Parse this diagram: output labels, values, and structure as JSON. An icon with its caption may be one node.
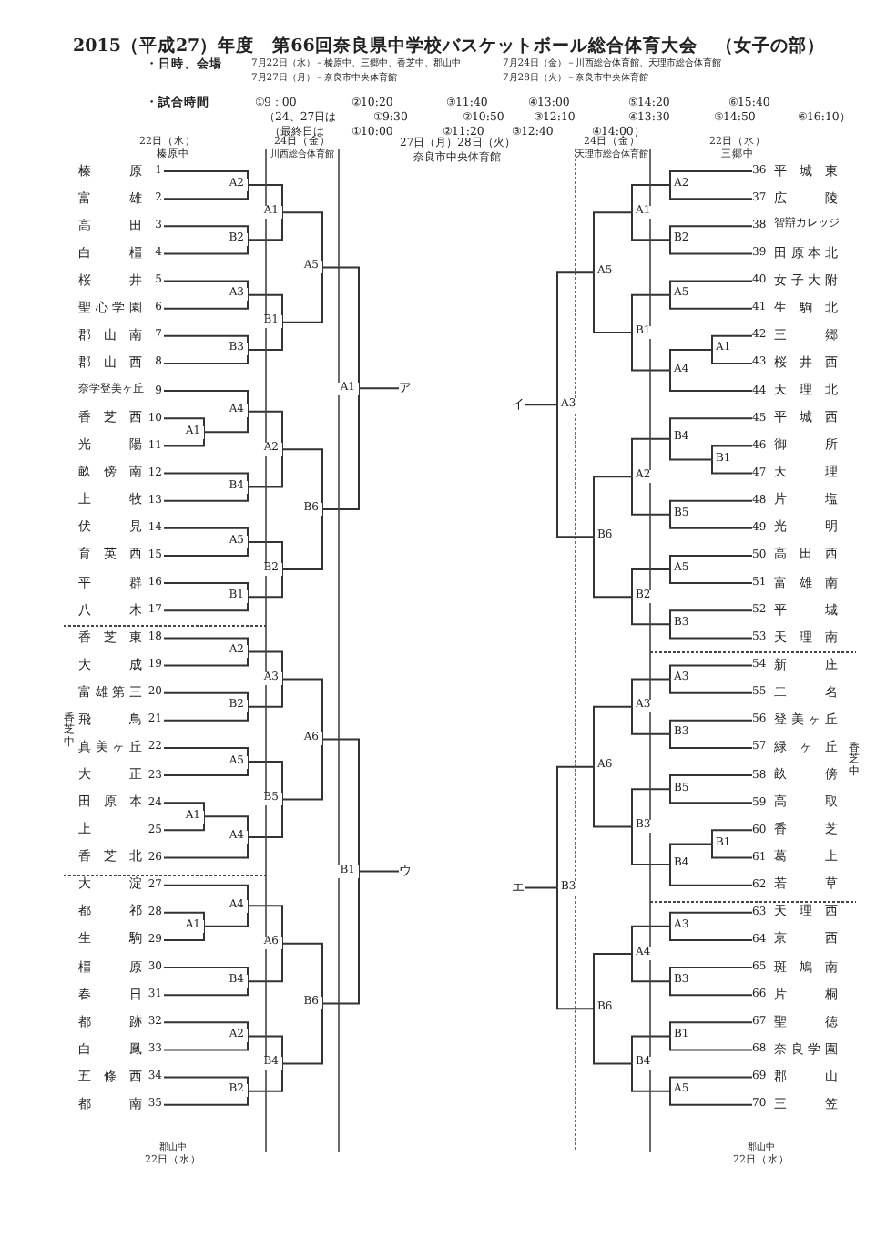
{
  "diagram": {
    "title": "2015（平成27）年度　第66回奈良県中学校バスケットボール総合体育大会　（女子の部）",
    "nodes": [
      {
        "text": [
          "榛原",
          "1"
        ]
      },
      {
        "text": [
          "富雄",
          "2"
        ]
      },
      {
        "text": [
          "高田",
          "3"
        ]
      },
      {
        "text": [
          "白橿",
          "4"
        ]
      },
      {
        "text": [
          "桜井",
          "5"
        ]
      },
      {
        "text": [
          "聖心学園",
          "6"
        ]
      },
      {
        "text": [
          "郡山南",
          "7"
        ]
      },
      {
        "text": [
          "郡山西",
          "8"
        ]
      },
      {
        "text": [
          "奈学登美ヶ丘",
          "9"
        ]
      },
      {
        "text": [
          "香芝西",
          "10"
        ]
      },
      {
        "text": [
          "光陽",
          "11"
        ]
      },
      {
        "text": [
          "畝傍南",
          "12"
        ]
      },
      {
        "text": [
          "上牧",
          "13"
        ]
      },
      {
        "text": [
          "伏見",
          "14"
        ]
      },
      {
        "text": [
          "育英西",
          "15"
        ]
      },
      {
        "text": [
          "平群",
          "16"
        ]
      },
      {
        "text": [
          "八木",
          "17"
        ]
      },
      {
        "text": [
          "香芝東",
          "18"
        ]
      },
      {
        "text": [
          "大成",
          "19"
        ]
      },
      {
        "text": [
          "富雄第三",
          "20"
        ]
      },
      {
        "text": [
          "飛鳥",
          "21"
        ]
      },
      {
        "text": [
          "真美ヶ丘",
          "22"
        ]
      },
      {
        "text": [
          "大正",
          "23"
        ]
      },
      {
        "text": [
          "田原本",
          "24"
        ]
      },
      {
        "text": [
          "上",
          "25"
        ]
      },
      {
        "text": [
          "香芝北",
          "26"
        ]
      },
      {
        "text": [
          "大淀",
          "27"
        ]
      },
      {
        "text": [
          "都祁",
          "28"
        ]
      },
      {
        "text": [
          "生駒",
          "29"
        ]
      },
      {
        "text": [
          "橿原",
          "30"
        ]
      },
      {
        "text": [
          "春日",
          "31"
        ]
      },
      {
        "text": [
          "都跡",
          "32"
        ]
      },
      {
        "text": [
          "白鳳",
          "33"
        ]
      },
      {
        "text": [
          "五條西",
          "34"
        ]
      },
      {
        "text": [
          "都南",
          "35"
        ]
      },
      {
        "text": [
          "36",
          "平城東"
        ]
      },
      {
        "text": [
          "37",
          "広陵"
        ]
      },
      {
        "text": [
          "38",
          "智辯カレッジ"
        ]
      },
      {
        "text": [
          "39",
          "田原本北"
        ]
      },
      {
        "text": [
          "40",
          "女子大附"
        ]
      },
      {
        "text": [
          "41",
          "生駒北"
        ]
      },
      {
        "text": [
          "42",
          "三郷"
        ]
      },
      {
        "text": [
          "43",
          "桜井西"
        ]
      },
      {
        "text": [
          "44",
          "天理北"
        ]
      },
      {
        "text": [
          "45",
          "平城西"
        ]
      },
      {
        "text": [
          "46",
          "御所"
        ]
      },
      {
        "text": [
          "47",
          "天理"
        ]
      },
      {
        "text": [
          "48",
          "片塩"
        ]
      },
      {
        "text": [
          "49",
          "光明"
        ]
      },
      {
        "text": [
          "50",
          "高田西"
        ]
      },
      {
        "text": [
          "51",
          "富雄南"
        ]
      },
      {
        "text": [
          "52",
          "平城"
        ]
      },
      {
        "text": [
          "53",
          "天理南"
        ]
      },
      {
        "text": [
          "54",
          "新庄"
        ]
      },
      {
        "text": [
          "55",
          "二名"
        ]
      },
      {
        "text": [
          "56",
          "登美ヶ丘"
        ]
      },
      {
        "text": [
          "57",
          "緑ヶ丘"
        ]
      },
      {
        "text": [
          "58",
          "畝傍"
        ]
      },
      {
        "text": [
          "59",
          "高取"
        ]
      },
      {
        "text": [
          "60",
          "香芝"
        ]
      },
      {
        "text": [
          "61",
          "葛上"
        ]
      },
      {
        "text": [
          "62",
          "若草"
        ]
      },
      {
        "text": [
          "63",
          "天理西"
        ]
      },
      {
        "text": [
          "64",
          "京西"
        ]
      },
      {
        "text": [
          "65",
          "斑鳩南"
        ]
      },
      {
        "text": [
          "66",
          "片桐"
        ]
      },
      {
        "text": [
          "67",
          "聖徳"
        ]
      },
      {
        "text": [
          "68",
          "奈良学園"
        ]
      },
      {
        "text": [
          "69",
          "郡山"
        ]
      },
      {
        "text": [
          "70",
          "三笠"
        ]
      },
      {
        "text": [
          "A2"
        ]
      },
      {
        "text": [
          "B2"
        ]
      },
      {
        "text": [
          "A3"
        ]
      },
      {
        "text": [
          "B3"
        ]
      },
      {
        "text": [
          "A1"
        ]
      },
      {
        "text": [
          "A4"
        ]
      },
      {
        "text": [
          "B4"
        ]
      },
      {
        "text": [
          "A5"
        ]
      },
      {
        "text": [
          "B1"
        ]
      },
      {
        "text": [
          "A1"
        ]
      },
      {
        "text": [
          "B1"
        ]
      },
      {
        "text": [
          "A2"
        ]
      },
      {
        "text": [
          "B2"
        ]
      },
      {
        "text": [
          "A5"
        ]
      },
      {
        "text": [
          "B6"
        ]
      },
      {
        "text": [
          "A1"
        ]
      },
      {
        "text": [
          "A2"
        ]
      },
      {
        "text": [
          "B2"
        ]
      },
      {
        "text": [
          "A5"
        ]
      },
      {
        "text": [
          "A1"
        ]
      },
      {
        "text": [
          "A4"
        ]
      },
      {
        "text": [
          "A3"
        ]
      },
      {
        "text": [
          "B5"
        ]
      },
      {
        "text": [
          "A6"
        ]
      },
      {
        "text": [
          "A1"
        ]
      },
      {
        "text": [
          "A4"
        ]
      },
      {
        "text": [
          "B4"
        ]
      },
      {
        "text": [
          "A2"
        ]
      },
      {
        "text": [
          "B2"
        ]
      },
      {
        "text": [
          "A6"
        ]
      },
      {
        "text": [
          "B4"
        ]
      },
      {
        "text": [
          "B6"
        ]
      },
      {
        "text": [
          "B1"
        ]
      },
      {
        "text": [
          "A2"
        ]
      },
      {
        "text": [
          "B2"
        ]
      },
      {
        "text": [
          "A5"
        ]
      },
      {
        "text": [
          "A1"
        ]
      },
      {
        "text": [
          "A4"
        ]
      },
      {
        "text": [
          "B1"
        ]
      },
      {
        "text": [
          "B4"
        ]
      },
      {
        "text": [
          "B5"
        ]
      },
      {
        "text": [
          "A5"
        ]
      },
      {
        "text": [
          "B3"
        ]
      },
      {
        "text": [
          "A1"
        ]
      },
      {
        "text": [
          "B1"
        ]
      },
      {
        "text": [
          "A2"
        ]
      },
      {
        "text": [
          "B2"
        ]
      },
      {
        "text": [
          "A5"
        ]
      },
      {
        "text": [
          "B6"
        ]
      },
      {
        "text": [
          "A3"
        ]
      },
      {
        "text": [
          "A3"
        ]
      },
      {
        "text": [
          "B3"
        ]
      },
      {
        "text": [
          "B5"
        ]
      },
      {
        "text": [
          "B1"
        ]
      },
      {
        "text": [
          "B4"
        ]
      },
      {
        "text": [
          "A3"
        ]
      },
      {
        "text": [
          "B3"
        ]
      },
      {
        "text": [
          "A6"
        ]
      },
      {
        "text": [
          "A3"
        ]
      },
      {
        "text": [
          "B3"
        ]
      },
      {
        "text": [
          "B1"
        ]
      },
      {
        "text": [
          "A5"
        ]
      },
      {
        "text": [
          "A4"
        ]
      },
      {
        "text": [
          "B4"
        ]
      },
      {
        "text": [
          "B6"
        ]
      },
      {
        "text": [
          "B3"
        ]
      },
      {
        "text": [
          "ア"
        ]
      },
      {
        "text": [
          "イ"
        ]
      },
      {
        "text": [
          "ウ"
        ]
      },
      {
        "text": [
          "エ"
        ]
      }
    ],
    "edges": [
      {
        "from": 0,
        "to": 70,
        "arrow": "none"
      },
      {
        "from": 1,
        "to": 70,
        "arrow": "none"
      },
      {
        "from": 2,
        "to": 71,
        "arrow": "none"
      },
      {
        "from": 3,
        "to": 71,
        "arrow": "none"
      },
      {
        "from": 4,
        "to": 72,
        "arrow": "none"
      },
      {
        "from": 5,
        "to": 72,
        "arrow": "none"
      },
      {
        "from": 6,
        "to": 73,
        "arrow": "none"
      },
      {
        "from": 7,
        "to": 73,
        "arrow": "none"
      },
      {
        "from": 9,
        "to": 74,
        "arrow": "none"
      },
      {
        "from": 10,
        "to": 74,
        "arrow": "none"
      },
      {
        "from": 8,
        "to": 75,
        "arrow": "none"
      },
      {
        "from": 74,
        "to": 75,
        "arrow": "none"
      },
      {
        "from": 11,
        "to": 76,
        "arrow": "none"
      },
      {
        "from": 12,
        "to": 76,
        "arrow": "none"
      },
      {
        "from": 13,
        "to": 77,
        "arrow": "none"
      },
      {
        "from": 14,
        "to": 77,
        "arrow": "none"
      },
      {
        "from": 15,
        "to": 78,
        "arrow": "none"
      },
      {
        "from": 16,
        "to": 78,
        "arrow": "none"
      },
      {
        "from": 70,
        "to": 79,
        "arrow": "none"
      },
      {
        "from": 71,
        "to": 79,
        "arrow": "none"
      },
      {
        "from": 72,
        "to": 80,
        "arrow": "none"
      },
      {
        "from": 73,
        "to": 80,
        "arrow": "none"
      },
      {
        "from": 75,
        "to": 81,
        "arrow": "none"
      },
      {
        "from": 76,
        "to": 81,
        "arrow": "none"
      },
      {
        "from": 77,
        "to": 82,
        "arrow": "none"
      },
      {
        "from": 78,
        "to": 82,
        "arrow": "none"
      },
      {
        "from": 79,
        "to": 83,
        "arrow": "none"
      },
      {
        "from": 80,
        "to": 83,
        "arrow": "none"
      },
      {
        "from": 81,
        "to": 84,
        "arrow": "none"
      },
      {
        "from": 82,
        "to": 84,
        "arrow": "none"
      },
      {
        "from": 83,
        "to": 85,
        "arrow": "none"
      },
      {
        "from": 84,
        "to": 85,
        "arrow": "none"
      },
      {
        "from": 17,
        "to": 86,
        "arrow": "none"
      },
      {
        "from": 18,
        "to": 86,
        "arrow": "none"
      },
      {
        "from": 19,
        "to": 87,
        "arrow": "none"
      },
      {
        "from": 20,
        "to": 87,
        "arrow": "none"
      },
      {
        "from": 21,
        "to": 88,
        "arrow": "none"
      },
      {
        "from": 22,
        "to": 88,
        "arrow": "none"
      },
      {
        "from": 23,
        "to": 89,
        "arrow": "none"
      },
      {
        "from": 24,
        "to": 89,
        "arrow": "none"
      },
      {
        "from": 89,
        "to": 90,
        "arrow": "none"
      },
      {
        "from": 25,
        "to": 90,
        "arrow": "none"
      },
      {
        "from": 86,
        "to": 91,
        "arrow": "none"
      },
      {
        "from": 87,
        "to": 91,
        "arrow": "none"
      },
      {
        "from": 88,
        "to": 92,
        "arrow": "none"
      },
      {
        "from": 90,
        "to": 92,
        "arrow": "none"
      },
      {
        "from": 91,
        "to": 93,
        "arrow": "none"
      },
      {
        "from": 92,
        "to": 93,
        "arrow": "none"
      },
      {
        "from": 27,
        "to": 94,
        "arrow": "none"
      },
      {
        "from": 28,
        "to": 94,
        "arrow": "none"
      },
      {
        "from": 26,
        "to": 95,
        "arrow": "none"
      },
      {
        "from": 94,
        "to": 95,
        "arrow": "none"
      },
      {
        "from": 29,
        "to": 96,
        "arrow": "none"
      },
      {
        "from": 30,
        "to": 96,
        "arrow": "none"
      },
      {
        "from": 31,
        "to": 97,
        "arrow": "none"
      },
      {
        "from": 32,
        "to": 97,
        "arrow": "none"
      },
      {
        "from": 33,
        "to": 98,
        "arrow": "none"
      },
      {
        "from": 34,
        "to": 98,
        "arrow": "none"
      },
      {
        "from": 95,
        "to": 99,
        "arrow": "none"
      },
      {
        "from": 96,
        "to": 99,
        "arrow": "none"
      },
      {
        "from": 97,
        "to": 100,
        "arrow": "none"
      },
      {
        "from": 98,
        "to": 100,
        "arrow": "none"
      },
      {
        "from": 99,
        "to": 101,
        "arrow": "none"
      },
      {
        "from": 100,
        "to": 101,
        "arrow": "none"
      },
      {
        "from": 93,
        "to": 102,
        "arrow": "none"
      },
      {
        "from": 101,
        "to": 102,
        "arrow": "none"
      },
      {
        "from": 35,
        "to": 103,
        "arrow": "none"
      },
      {
        "from": 36,
        "to": 103,
        "arrow": "none"
      },
      {
        "from": 37,
        "to": 104,
        "arrow": "none"
      },
      {
        "from": 38,
        "to": 104,
        "arrow": "none"
      },
      {
        "from": 39,
        "to": 105,
        "arrow": "none"
      },
      {
        "from": 40,
        "to": 105,
        "arrow": "none"
      },
      {
        "from": 41,
        "to": 106,
        "arrow": "none"
      },
      {
        "from": 42,
        "to": 106,
        "arrow": "none"
      },
      {
        "from": 106,
        "to": 107,
        "arrow": "none"
      },
      {
        "from": 43,
        "to": 107,
        "arrow": "none"
      },
      {
        "from": 45,
        "to": 108,
        "arrow": "none"
      },
      {
        "from": 46,
        "to": 108,
        "arrow": "none"
      },
      {
        "from": 44,
        "to": 109,
        "arrow": "none"
      },
      {
        "from": 108,
        "to": 109,
        "arrow": "none"
      },
      {
        "from": 47,
        "to": 110,
        "arrow": "none"
      },
      {
        "from": 48,
        "to": 110,
        "arrow": "none"
      },
      {
        "from": 49,
        "to": 111,
        "arrow": "none"
      },
      {
        "from": 50,
        "to": 111,
        "arrow": "none"
      },
      {
        "from": 51,
        "to": 112,
        "arrow": "none"
      },
      {
        "from": 52,
        "to": 112,
        "arrow": "none"
      },
      {
        "from": 103,
        "to": 113,
        "arrow": "none"
      },
      {
        "from": 104,
        "to": 113,
        "arrow": "none"
      },
      {
        "from": 105,
        "to": 114,
        "arrow": "none"
      },
      {
        "from": 107,
        "to": 114,
        "arrow": "none"
      },
      {
        "from": 109,
        "to": 115,
        "arrow": "none"
      },
      {
        "from": 110,
        "to": 115,
        "arrow": "none"
      },
      {
        "from": 111,
        "to": 116,
        "arrow": "none"
      },
      {
        "from": 112,
        "to": 116,
        "arrow": "none"
      },
      {
        "from": 113,
        "to": 117,
        "arrow": "none"
      },
      {
        "from": 114,
        "to": 117,
        "arrow": "none"
      },
      {
        "from": 115,
        "to": 118,
        "arrow": "none"
      },
      {
        "from": 116,
        "to": 118,
        "arrow": "none"
      },
      {
        "from": 117,
        "to": 119,
        "arrow": "none"
      },
      {
        "from": 118,
        "to": 119,
        "arrow": "none"
      },
      {
        "from": 53,
        "to": 120,
        "arrow": "none"
      },
      {
        "from": 54,
        "to": 120,
        "arrow": "none"
      },
      {
        "from": 55,
        "to": 121,
        "arrow": "none"
      },
      {
        "from": 56,
        "to": 121,
        "arrow": "none"
      },
      {
        "from": 57,
        "to": 122,
        "arrow": "none"
      },
      {
        "from": 58,
        "to": 122,
        "arrow": "none"
      },
      {
        "from": 59,
        "to": 123,
        "arrow": "none"
      },
      {
        "from": 60,
        "to": 123,
        "arrow": "none"
      },
      {
        "from": 123,
        "to": 124,
        "arrow": "none"
      },
      {
        "from": 61,
        "to": 124,
        "arrow": "none"
      },
      {
        "from": 120,
        "to": 125,
        "arrow": "none"
      },
      {
        "from": 121,
        "to": 125,
        "arrow": "none"
      },
      {
        "from": 122,
        "to": 126,
        "arrow": "none"
      },
      {
        "from": 124,
        "to": 126,
        "arrow": "none"
      },
      {
        "from": 125,
        "to": 127,
        "arrow": "none"
      },
      {
        "from": 126,
        "to": 127,
        "arrow": "none"
      },
      {
        "from": 62,
        "to": 128,
        "arrow": "none"
      },
      {
        "from": 63,
        "to": 128,
        "arrow": "none"
      },
      {
        "from": 64,
        "to": 129,
        "arrow": "none"
      },
      {
        "from": 65,
        "to": 129,
        "arrow": "none"
      },
      {
        "from": 66,
        "to": 130,
        "arrow": "none"
      },
      {
        "from": 67,
        "to": 130,
        "arrow": "none"
      },
      {
        "from": 68,
        "to": 131,
        "arrow": "none"
      },
      {
        "from": 69,
        "to": 131,
        "arrow": "none"
      },
      {
        "from": 128,
        "to": 132,
        "arrow": "none"
      },
      {
        "from": 129,
        "to": 132,
        "arrow": "none"
      },
      {
        "from": 130,
        "to": 133,
        "arrow": "none"
      },
      {
        "from": 131,
        "to": 133,
        "arrow": "none"
      },
      {
        "from": 132,
        "to": 134,
        "arrow": "none"
      },
      {
        "from": 133,
        "to": 134,
        "arrow": "none"
      },
      {
        "from": 127,
        "to": 135,
        "arrow": "none"
      },
      {
        "from": 134,
        "to": 135,
        "arrow": "none"
      },
      {
        "from": 85,
        "to": 136,
        "arrow": "none"
      },
      {
        "from": 119,
        "to": 137,
        "arrow": "none"
      },
      {
        "from": 102,
        "to": 138,
        "arrow": "none"
      },
      {
        "from": 135,
        "to": 139,
        "arrow": "none"
      }
    ],
    "labels": [
      "・日時、会場",
      "7月22日（水）－榛原中、三郷中、香芝中、郡山中",
      "7月24日（金）－川西総合体育館、天理市総合体育館",
      "7月27日（月）－奈良市中央体育館",
      "7月28日（火）－奈良市中央体育館",
      "・試合時間",
      "①9：00",
      "②10:20",
      "③11:40",
      "④13:00",
      "⑤14:20",
      "⑥15:40",
      "（24、27日は",
      "①9:30",
      "②10:50",
      "③12:10",
      "④13:30",
      "⑤14:50",
      "⑥16:10）",
      "（最終日は",
      "①10:00",
      "②11:20",
      "③12:40",
      "④14:00）",
      "22日（水）",
      "榛原中",
      "24日（金）",
      "川西総合体育館",
      "27日（月）28日（火）",
      "奈良市中央体育館",
      "24日（金）",
      "天理市総合体育館",
      "22日（水）",
      "三郷中",
      "香芝中",
      "香芝中",
      "郡山中",
      "22日（水）",
      "郡山中",
      "22日（水）"
    ]
  }
}
